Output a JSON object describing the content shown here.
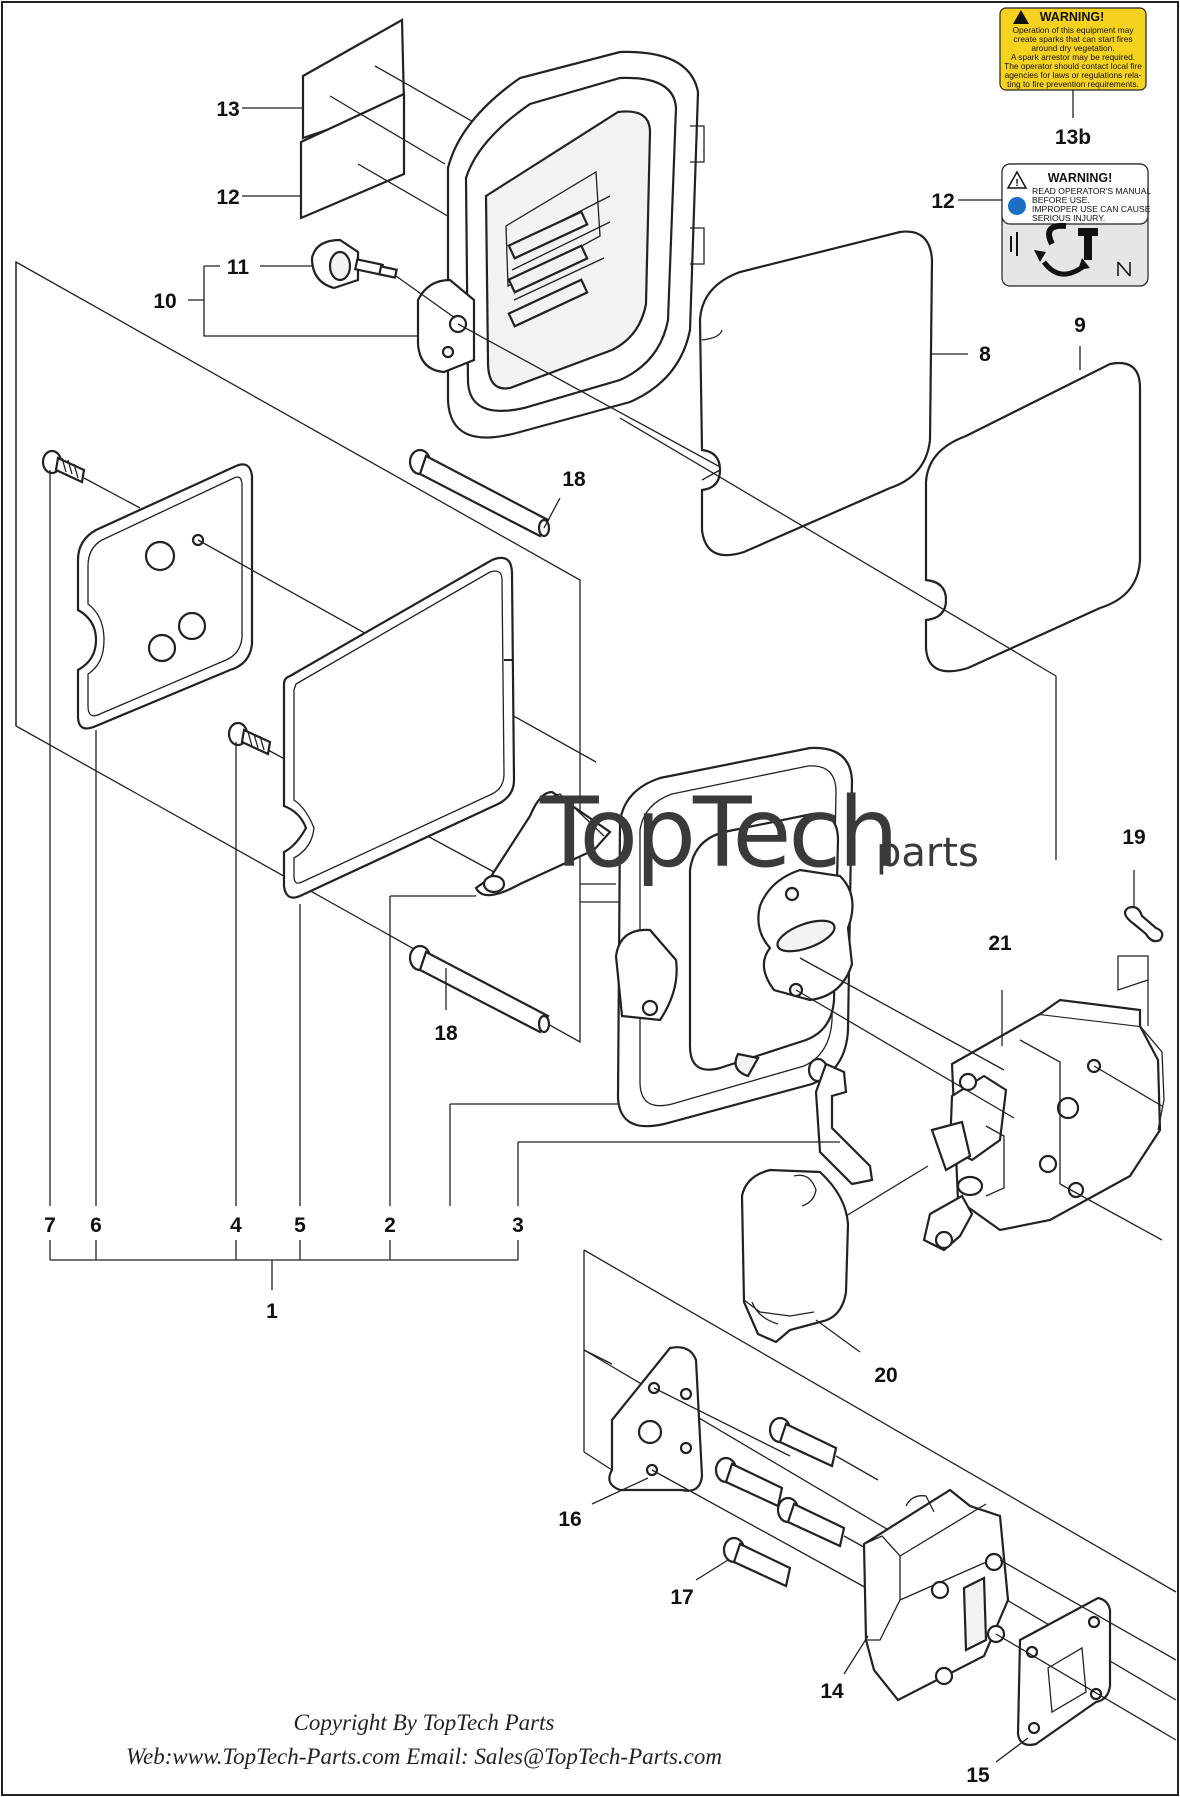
{
  "labels": {
    "l1": "1",
    "l2": "2",
    "l3": "3",
    "l4": "4",
    "l5": "5",
    "l6": "6",
    "l7": "7",
    "l8": "8",
    "l9": "9",
    "l10": "10",
    "l11": "11",
    "l12a": "12",
    "l12b": "12",
    "l13": "13",
    "l13b": "13b",
    "l14": "14",
    "l15": "15",
    "l16": "16",
    "l17": "17",
    "l18a": "18",
    "l18b": "18",
    "l19": "19",
    "l20": "20",
    "l21": "21"
  },
  "warning_13b": {
    "heading": "WARNING!",
    "lines": [
      "Operation of this equipment may",
      "create sparks that can start fires",
      "around dry vegetation.",
      "A spark arrestor may be required.",
      "The operator should contact local fire",
      "agencies for laws or regulations rela-",
      "ting to fire prevention requirements."
    ],
    "color": "#f5d21f"
  },
  "warning_12": {
    "heading": "WARNING!",
    "lines": [
      "READ OPERATOR'S MANUAL",
      "BEFORE USE.",
      "IMPROPER USE CAN CAUSE",
      "SERIOUS INJURY."
    ],
    "color": "#e6e6e6"
  },
  "watermark": {
    "big": "TopTech",
    "small": "parts"
  },
  "copyright": {
    "line1": "Copyright By TopTech Parts",
    "line2": "Web:www.TopTech-Parts.com  Email: Sales@TopTech-Parts.com"
  }
}
